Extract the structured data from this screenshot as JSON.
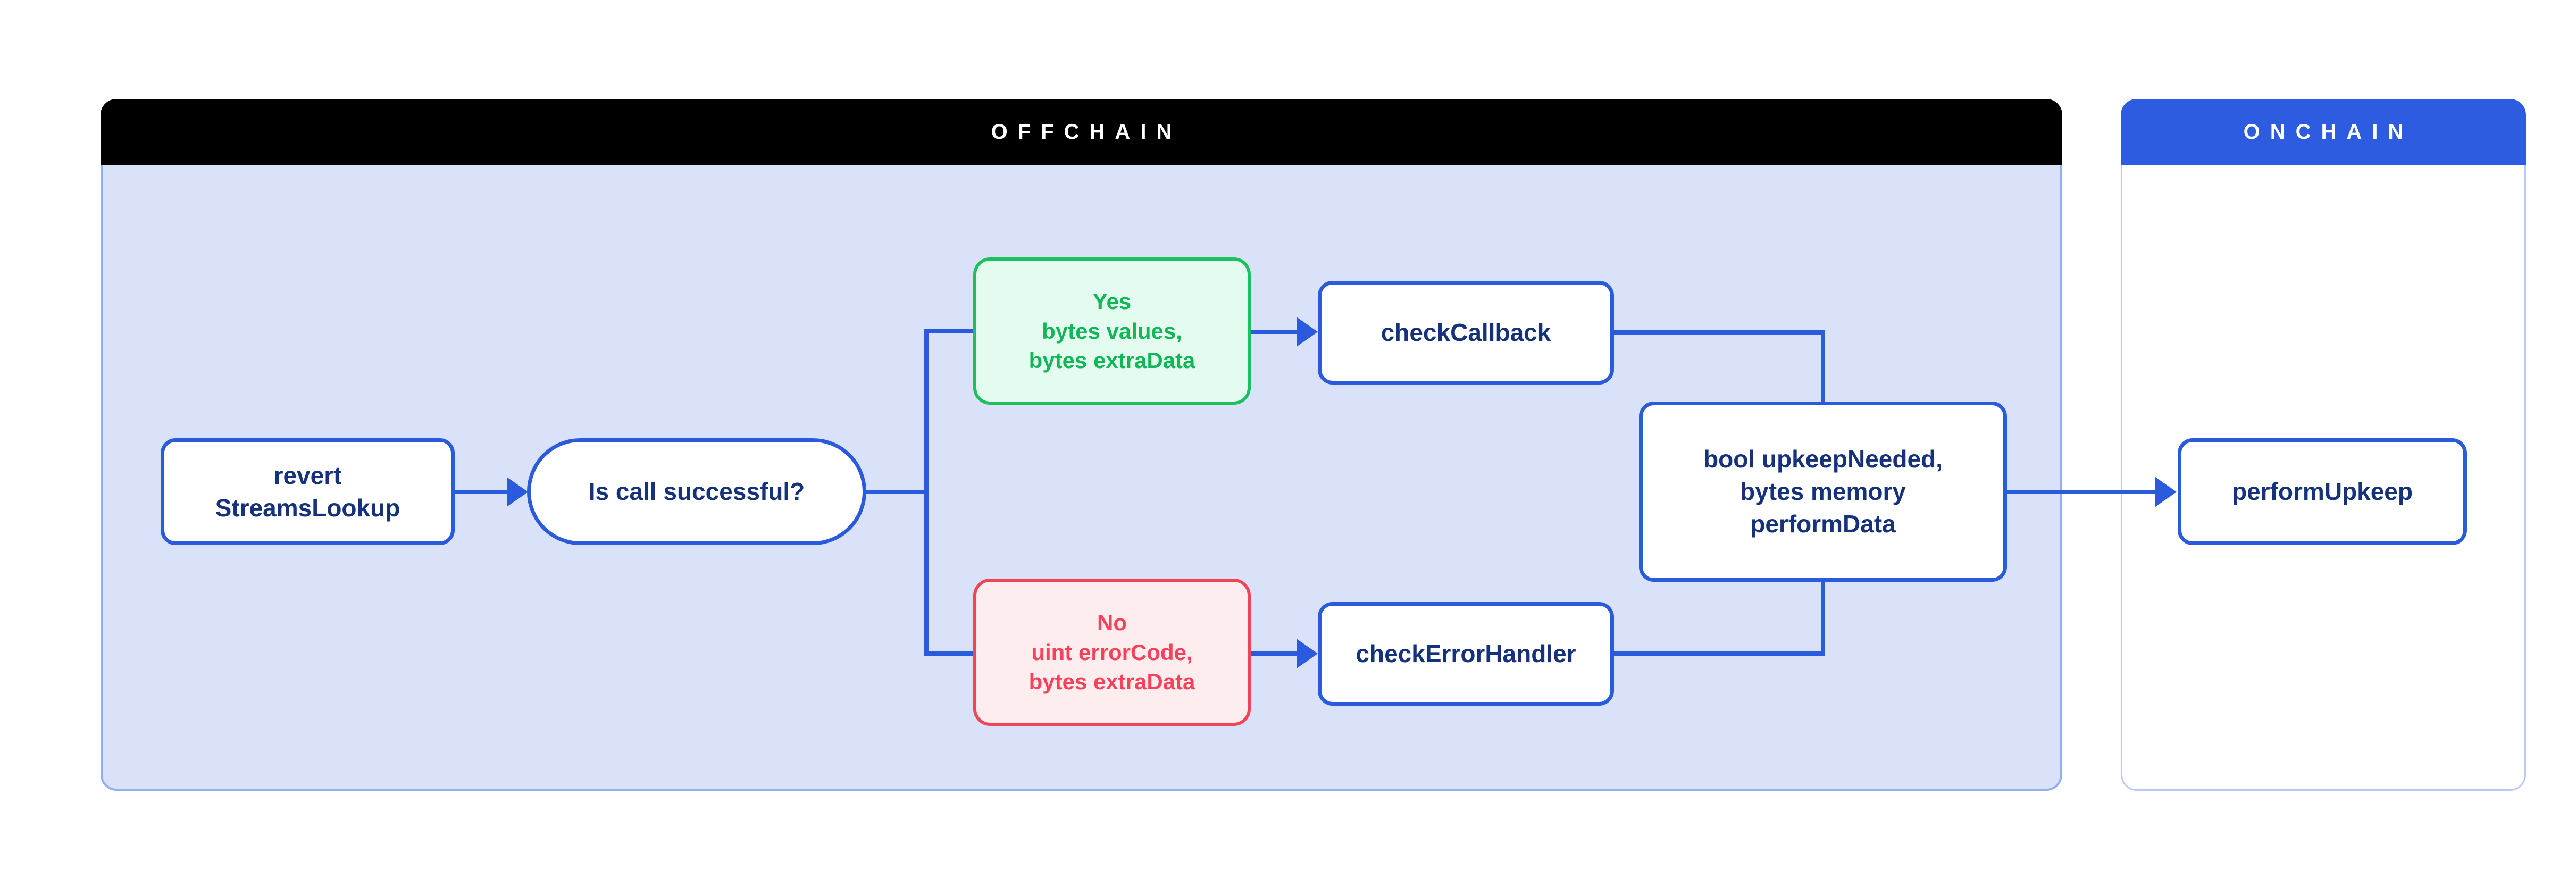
{
  "regions": {
    "offchain": {
      "label": "OFFCHAIN"
    },
    "onchain": {
      "label": "ONCHAIN"
    }
  },
  "nodes": {
    "revert": {
      "lines": [
        "revert",
        "StreamsLookup"
      ]
    },
    "question": {
      "label": "Is call successful?"
    },
    "yes": {
      "lines": [
        "Yes",
        "bytes values,",
        "bytes extraData"
      ]
    },
    "no": {
      "lines": [
        "No",
        "uint errorCode,",
        "bytes extraData"
      ]
    },
    "checkCallback": {
      "label": "checkCallback"
    },
    "checkErrorHandler": {
      "label": "checkErrorHandler"
    },
    "result": {
      "lines": [
        "bool upkeepNeeded,",
        "bytes memory",
        "performData"
      ]
    },
    "performUpkeep": {
      "label": "performUpkeep"
    }
  },
  "edges": [
    {
      "from": "revert StreamsLookup",
      "to": "Is call successful?",
      "arrowhead": true
    },
    {
      "from": "Is call successful?",
      "to": "Yes bytes values, bytes extraData",
      "arrowhead": false
    },
    {
      "from": "Is call successful?",
      "to": "No uint errorCode, bytes extraData",
      "arrowhead": false
    },
    {
      "from": "Yes bytes values, bytes extraData",
      "to": "checkCallback",
      "arrowhead": true
    },
    {
      "from": "No uint errorCode, bytes extraData",
      "to": "checkErrorHandler",
      "arrowhead": true
    },
    {
      "from": "checkCallback",
      "to": "bool upkeepNeeded, bytes memory performData",
      "arrowhead": false
    },
    {
      "from": "checkErrorHandler",
      "to": "bool upkeepNeeded, bytes memory performData",
      "arrowhead": false
    },
    {
      "from": "bool upkeepNeeded, bytes memory performData",
      "to": "performUpkeep",
      "arrowhead": true
    }
  ],
  "colors": {
    "accent": "#2a5bdd",
    "navy-text": "#16327d",
    "green-text": "#10b757",
    "green-border": "#1dc05e",
    "green-bg": "#e4fbef",
    "red-text": "#f9425a",
    "red-border": "#f04458",
    "red-bg": "#fdedef",
    "offchain-header": "#000000",
    "offchain-bg": "#d9e2f8",
    "offchain-border": "#93aef1",
    "onchain-header": "#2d5ce0",
    "onchain-border": "#bac9f3",
    "page-bg": "#ffffff"
  }
}
